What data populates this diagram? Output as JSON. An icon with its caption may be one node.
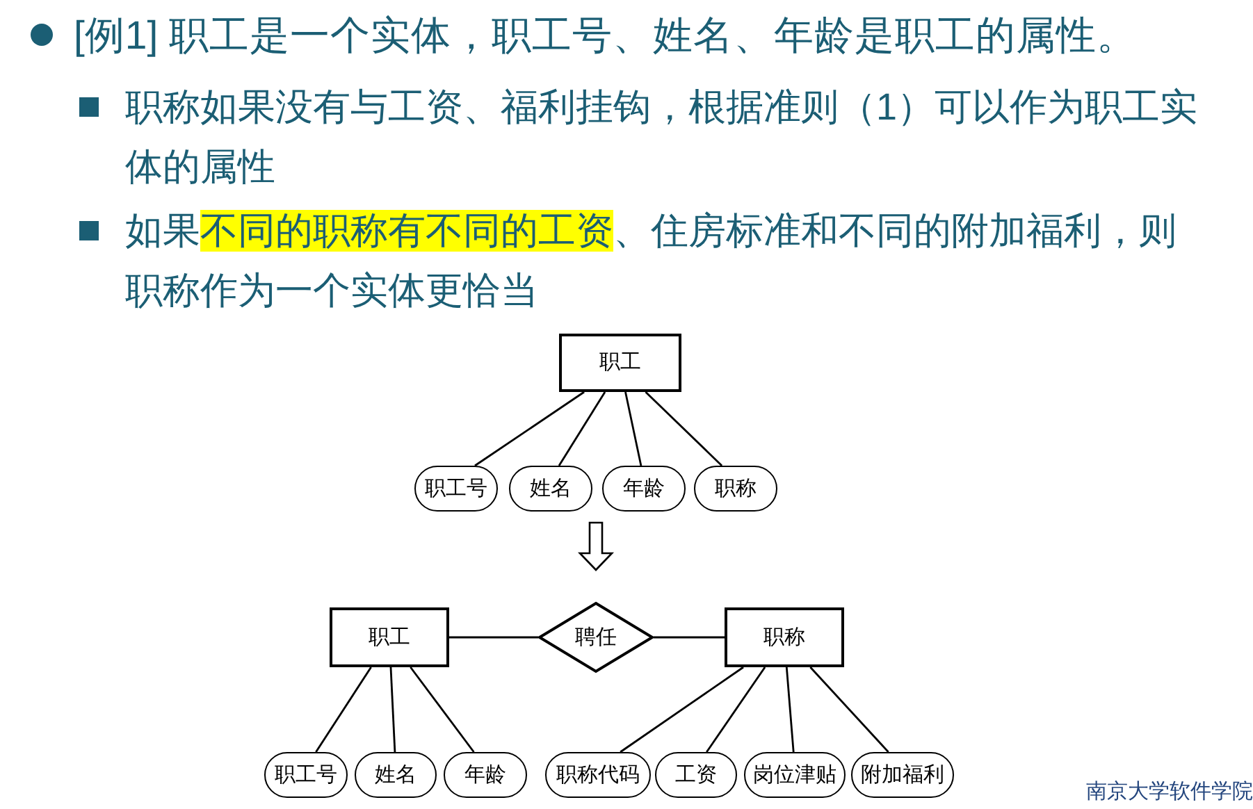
{
  "diagram": {
    "nodes": [
      {
        "text": [],
        "shape": "picture"
      },
      {
        "text": [
          "职工"
        ],
        "in": 0
      },
      {
        "text": [
          "职工号"
        ],
        "in": 0
      },
      {
        "text": [
          "姓名"
        ],
        "in": 0
      },
      {
        "text": [
          "年龄"
        ],
        "in": 0
      },
      {
        "text": [
          "职称"
        ],
        "in": 0
      },
      {
        "text": [],
        "shape": "picture"
      },
      {
        "text": [
          "职工"
        ],
        "in": 6
      },
      {
        "text": [
          "聘任"
        ],
        "in": 6
      },
      {
        "text": [
          "职称"
        ],
        "in": 6
      },
      {
        "text": [
          "职工号"
        ],
        "in": 6
      },
      {
        "text": [
          "姓名"
        ],
        "in": 6
      },
      {
        "text": [
          "年龄"
        ],
        "in": 6
      },
      {
        "text": [
          "职称代码"
        ],
        "in": 6
      },
      {
        "text": [
          "工资"
        ],
        "in": 6
      },
      {
        "text": [
          "岗位津贴"
        ],
        "in": 6
      },
      {
        "text": [
          "附加福利"
        ],
        "in": 6
      }
    ],
    "edges": [
      {
        "from": 1,
        "to": 2,
        "arrow": "none"
      },
      {
        "from": 1,
        "to": 3,
        "arrow": "none"
      },
      {
        "from": 1,
        "to": 4,
        "arrow": "none"
      },
      {
        "from": 1,
        "to": 5,
        "arrow": "none"
      },
      {
        "from": 0,
        "to": 6,
        "arrow": "to"
      },
      {
        "from": 7,
        "to": 8,
        "arrow": "none"
      },
      {
        "from": 8,
        "to": 9,
        "arrow": "none"
      },
      {
        "from": 7,
        "to": 10,
        "arrow": "none"
      },
      {
        "from": 7,
        "to": 11,
        "arrow": "none"
      },
      {
        "from": 7,
        "to": 12,
        "arrow": "none"
      },
      {
        "from": 9,
        "to": 13,
        "arrow": "none"
      },
      {
        "from": 9,
        "to": 14,
        "arrow": "none"
      },
      {
        "from": 9,
        "to": 15,
        "arrow": "none"
      },
      {
        "from": 9,
        "to": 16,
        "arrow": "none"
      }
    ],
    "labels": [
      "[例1] 职工是一个实体，职工号、姓名、年龄是职工的属性。",
      "职称如果没有与工资、福利挂钩，根据准则（1）可以作为职工实体的属性",
      "如果**不同的职称有不同的工资**、住房标准和不同的附加福利，则职称作为一个实体更恰当",
      "南京大学软件学院"
    ]
  }
}
